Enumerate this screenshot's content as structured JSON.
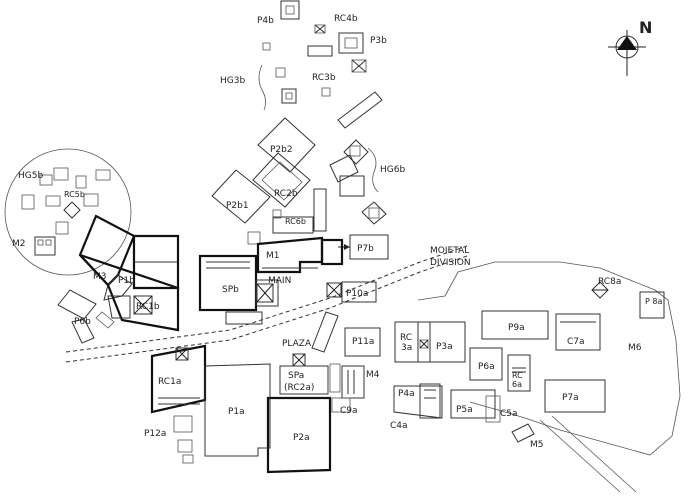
{
  "compass": {
    "label": "N",
    "icon": "north-arrow-icon"
  },
  "boundary": {
    "line1": "MOIETAL",
    "line2": "DIVISION"
  },
  "areas": {
    "main": "MAIN",
    "plaza": "PLAZA"
  },
  "labels": {
    "P4b": "P4b",
    "RC4b": "RC4b",
    "P3b": "P3b",
    "HG3b": "HG3b",
    "RC3b": "RC3b",
    "P2b2": "P2b2",
    "RC2b": "RC2b",
    "P2b1": "P2b1",
    "HG6b": "HG6b",
    "RC6b": "RC6b",
    "P7b": "P7b",
    "HG5b": "HG5b",
    "RC5b": "RC5b",
    "M2": "M2",
    "M3": "M3",
    "P1b": "P1b",
    "RC1b": "RC1b",
    "P6b": "P6b",
    "SPb": "SPb",
    "M1": "M1",
    "P10a": "P10a",
    "RC8a": "RC8a",
    "P8a": "P 8a",
    "P9a": "P9a",
    "C7a": "C7a",
    "M6": "M6",
    "P11a": "P11a",
    "RC3a_1": "RC",
    "RC3a_2": "3a",
    "P3a": "P3a",
    "P6a": "P6a",
    "RC6a_1": "RC",
    "RC6a_2": "6a",
    "P7a": "P7a",
    "SPa": "SPa",
    "RC2a": "(RC2a)",
    "M4": "M4",
    "RC1a": "RC1a",
    "P1a": "P1a",
    "C9a": "C9a",
    "P4a": "P4a",
    "C4a": "C4a",
    "P5a": "P5a",
    "C5a": "C5a",
    "M5": "M5",
    "P12a": "P12a",
    "P2a": "P2a"
  }
}
